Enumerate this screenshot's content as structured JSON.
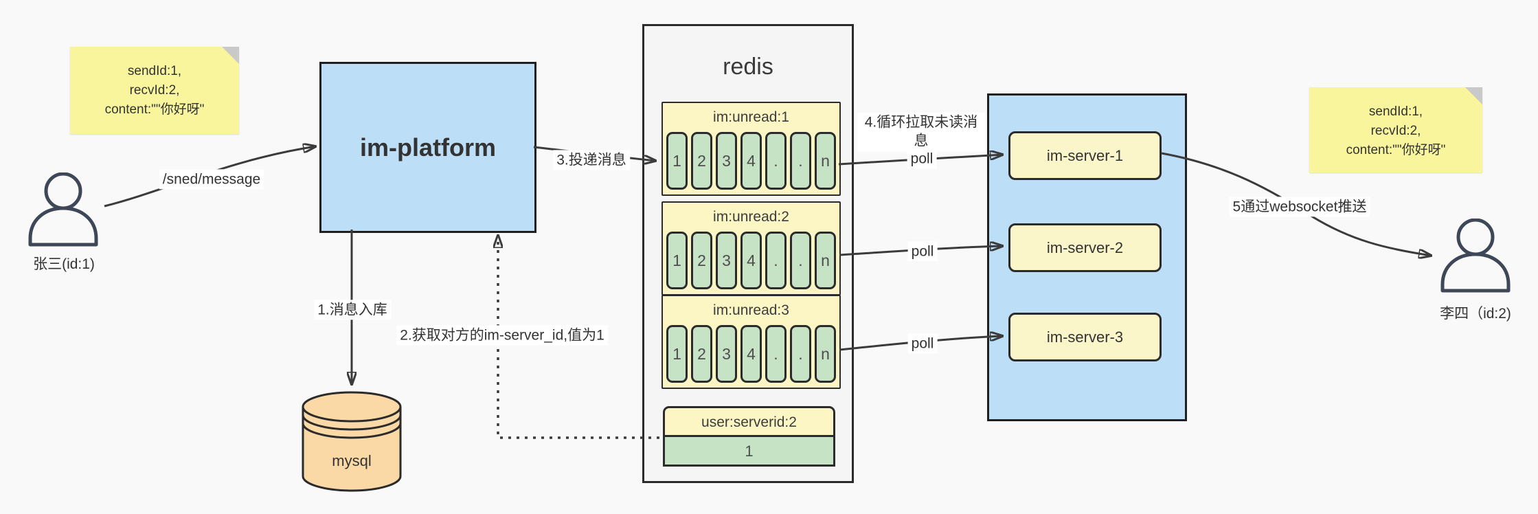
{
  "canvas": {
    "bg": "#f9f9f9"
  },
  "colors": {
    "node_blue": "#bcdef7",
    "note_yellow": "#f9f59c",
    "list_yellow": "#fbf6c4",
    "cell_green": "#c7e3c5",
    "db_orange": "#fad9a7",
    "container_gray": "#f5f5f6",
    "line_dark": "#3b3b3b"
  },
  "notes": {
    "send": {
      "line1": "sendId:1,",
      "line2": "recvId:2,",
      "line3": "content:\"\"你好呀\""
    },
    "receive": {
      "line1": "sendId:1,",
      "line2": "recvId:2,",
      "line3": "content:\"\"你好呀\""
    }
  },
  "actors": {
    "sender": {
      "label": "张三(id:1)"
    },
    "receiver": {
      "label": "李四（id:2)"
    }
  },
  "platform": {
    "label": "im-platform"
  },
  "database": {
    "label": "mysql"
  },
  "redis": {
    "title": "redis",
    "lists": [
      {
        "name": "im:unread:1",
        "cells": [
          "1",
          "2",
          "3",
          "4",
          ".",
          ".",
          "n"
        ]
      },
      {
        "name": "im:unread:2",
        "cells": [
          "1",
          "2",
          "3",
          "4",
          ".",
          ".",
          "n"
        ]
      },
      {
        "name": "im:unread:3",
        "cells": [
          "1",
          "2",
          "3",
          "4",
          ".",
          ".",
          "n"
        ]
      }
    ],
    "kv": {
      "name": "user:serverid:2",
      "value": "1"
    }
  },
  "cluster": {
    "servers": [
      {
        "label": "im-server-1"
      },
      {
        "label": "im-server-2"
      },
      {
        "label": "im-server-3"
      }
    ]
  },
  "edges": {
    "send": "/sned/message",
    "step1": "1.消息入库",
    "step2": "2.获取对方的im-server_id,值为1",
    "step3": "3.投递消息",
    "step4": "4.循环拉取未读消息",
    "step5": "5通过websocket推送",
    "poll": "poll"
  }
}
